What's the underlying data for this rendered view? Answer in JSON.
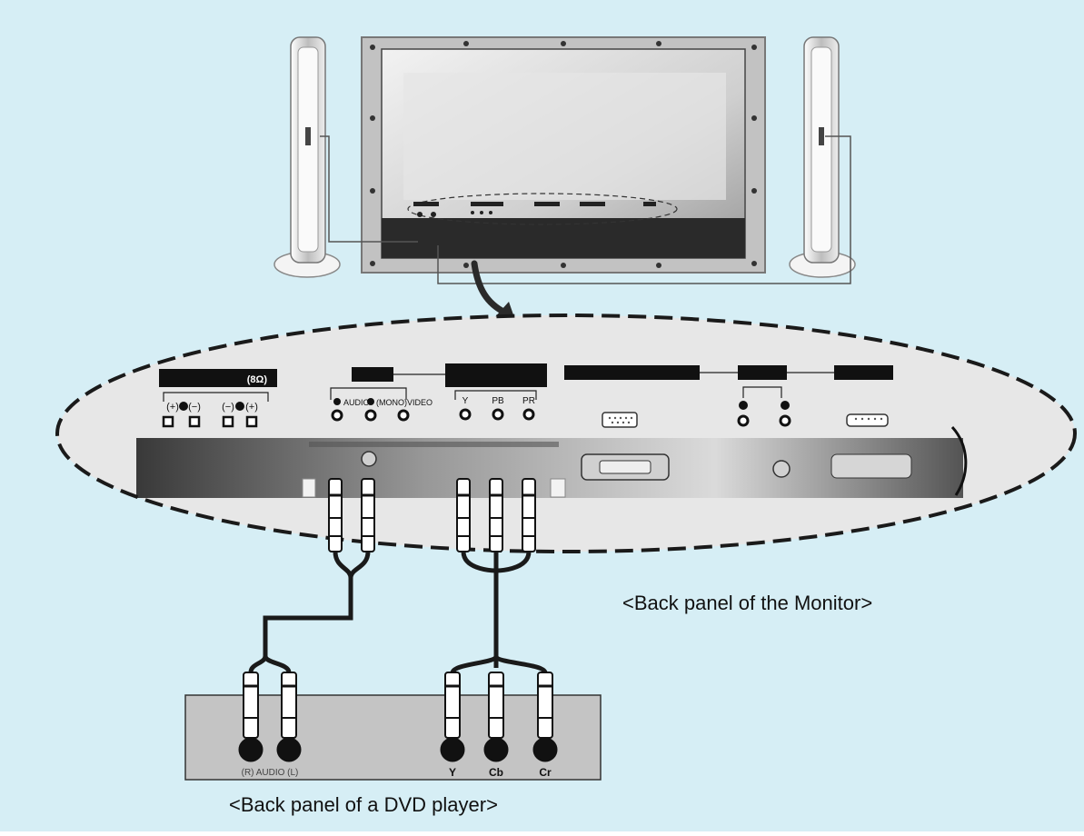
{
  "colors": {
    "background": "#d6eef5",
    "panel_black": "#111111",
    "cable": "#1a1a1a",
    "dvd_box": "#c4c4c4",
    "frame": "#bdbdbd"
  },
  "captions": {
    "monitor_back_panel": "<Back panel of the Monitor>",
    "dvd_back_panel": "<Back panel of a DVD player>"
  },
  "monitor_panel": {
    "speaker_label": "(8Ω)",
    "speaker_terminals": [
      "(+)",
      "(−)",
      "(−)",
      "(+)"
    ],
    "audio_label": "AUDIO",
    "mono_video_label": "(MONO)VIDEO",
    "component_labels": [
      "Y",
      "PB",
      "PR"
    ]
  },
  "dvd_panel": {
    "audio_label": "(R) AUDIO (L)",
    "component_labels": [
      "Y",
      "Cb",
      "Cr"
    ]
  }
}
